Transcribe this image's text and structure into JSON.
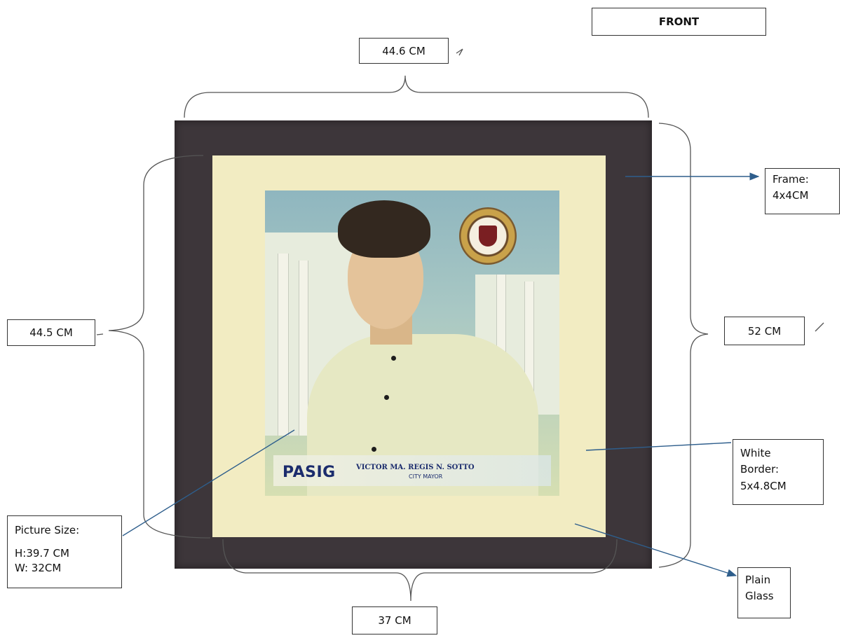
{
  "labels": {
    "front": "FRONT",
    "top_width": "44.6 CM",
    "left_height": "44.5 CM",
    "right_height": "52 CM",
    "bottom_width": "37 CM",
    "frame": [
      "Frame:",
      "4x4CM"
    ],
    "white_border": [
      "White",
      "Border:",
      "5x4.8CM"
    ],
    "picture_size": [
      "Picture Size:",
      "H:39.7 CM",
      "W: 32CM"
    ],
    "plain_glass": [
      "Plain",
      "Glass"
    ]
  },
  "photo": {
    "logo": "PASIG",
    "name": "VICTOR MA. REGIS N. SOTTO",
    "title": "CITY MAYOR"
  },
  "colors": {
    "frame": "#3d363a",
    "mat": "#f2ecc2",
    "arrow": "#2e5e8c"
  }
}
